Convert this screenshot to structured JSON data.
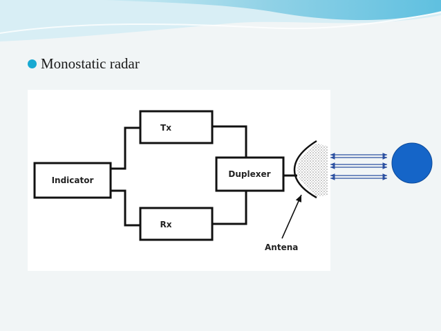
{
  "slide": {
    "bullet_text": "Monostatic radar"
  },
  "diagram": {
    "blocks": {
      "indicator": "Indicator",
      "tx": "Tx",
      "rx": "Rx",
      "duplexer": "Duplexer"
    },
    "antenna_label": "Antena"
  },
  "colors": {
    "accent_bullet": "#18a9d2",
    "wave": "#2a4fa0",
    "target": "#1565c8",
    "lines": "#111111"
  }
}
